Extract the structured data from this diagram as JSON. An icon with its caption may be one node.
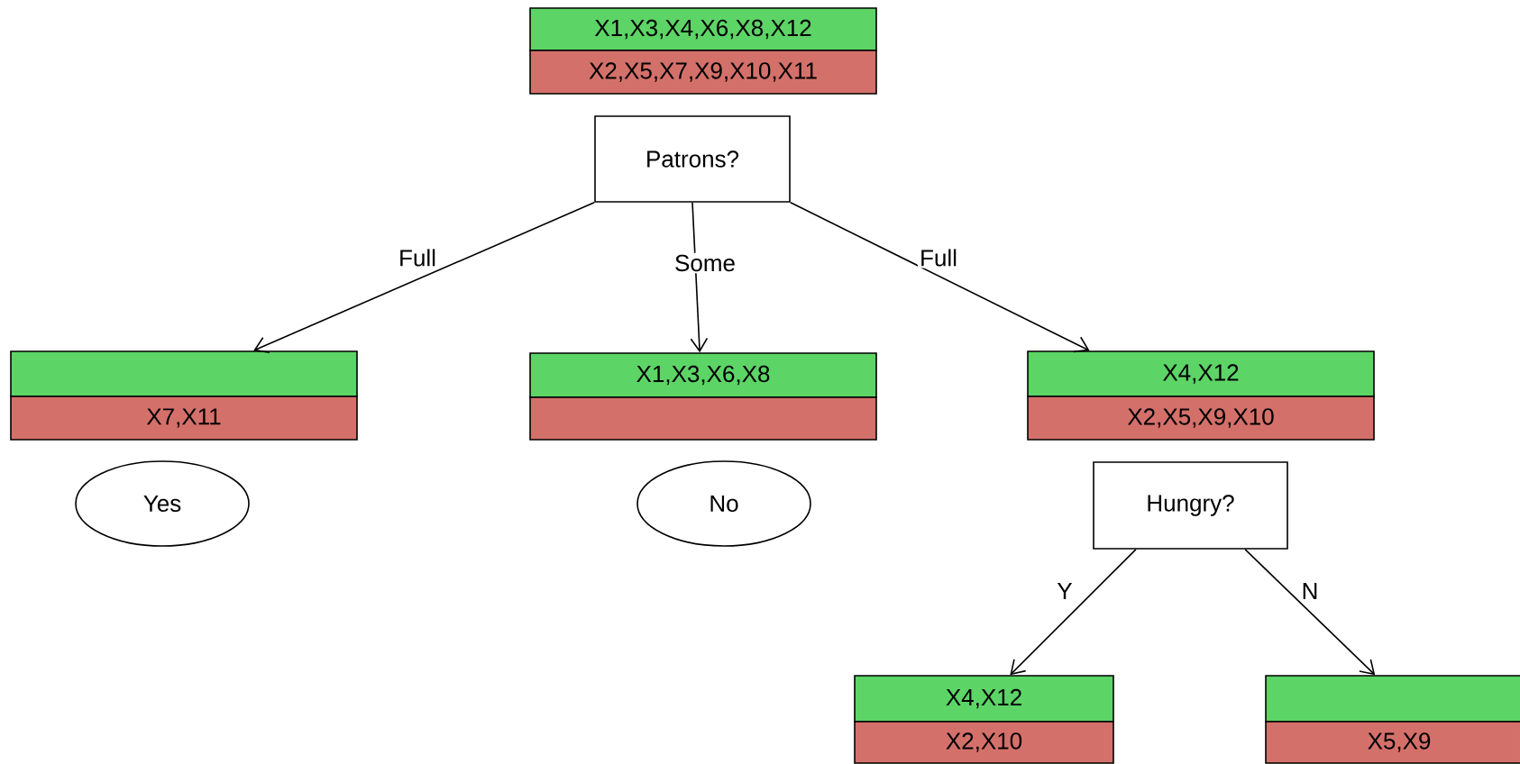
{
  "diagram": {
    "nodes": [
      {
        "text": [
          "X1,X3,X4,X6,X8,X12"
        ]
      },
      {
        "text": [
          "X2,X5,X7,X9,X10,X11"
        ]
      },
      {
        "text": [
          "Patrons?"
        ]
      },
      {
        "text": [],
        "shape": "bar"
      },
      {
        "text": [
          "X7,X11"
        ]
      },
      {
        "text": [
          "X1,X3,X6,X8"
        ]
      },
      {
        "text": [],
        "shape": "bar"
      },
      {
        "text": [
          "X4,X12"
        ]
      },
      {
        "text": [
          "X2,X5,X9,X10"
        ]
      },
      {
        "text": [
          "Yes"
        ]
      },
      {
        "text": [
          "No"
        ]
      },
      {
        "text": [
          "Hungry?"
        ]
      },
      {
        "text": [
          "X4,X12"
        ]
      },
      {
        "text": [
          "X2,X10"
        ]
      },
      {
        "text": [],
        "shape": "bar"
      },
      {
        "text": [
          "X5,X9"
        ]
      }
    ],
    "edges": [
      {
        "from": 2,
        "to": 3,
        "arrow": "to",
        "label": "Full"
      },
      {
        "from": 2,
        "to": 5,
        "arrow": "to",
        "label": "Some"
      },
      {
        "from": 2,
        "to": 7,
        "arrow": "to",
        "label": "Full"
      },
      {
        "from": 11,
        "to": 12,
        "arrow": "to",
        "label": "Y"
      },
      {
        "from": 11,
        "to": 14,
        "arrow": "to",
        "label": "N"
      }
    ]
  }
}
